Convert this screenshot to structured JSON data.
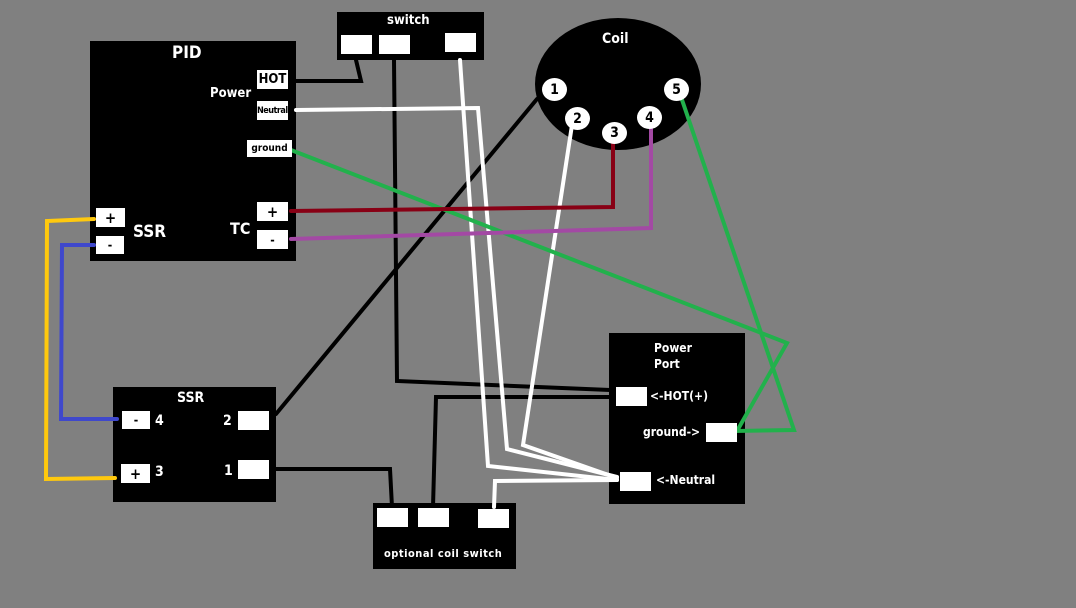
{
  "pid": {
    "title": "PID",
    "power_label": "Power",
    "hot_label": "HOT",
    "neutral_label": "Neutral",
    "ground_label": "ground",
    "ssr_label": "SSR",
    "ssr_plus": "+",
    "ssr_minus": "-",
    "tc_label": "TC",
    "tc_plus": "+",
    "tc_minus": "-"
  },
  "switch": {
    "title": "switch"
  },
  "coil": {
    "title": "Coil",
    "pins": [
      "1",
      "2",
      "3",
      "4",
      "5"
    ]
  },
  "ssr": {
    "title": "SSR",
    "minus": "-",
    "plus": "+",
    "pin4": "4",
    "pin3": "3",
    "pin2": "2",
    "pin1": "1"
  },
  "power_port": {
    "title_line1": "Power",
    "title_line2": "Port",
    "hot_label": "<-HOT(+)",
    "ground_label": "ground->",
    "neutral_label": "<-Neutral"
  },
  "coil_switch": {
    "title": "optional coil switch"
  },
  "wire_colors": {
    "black": "#000000",
    "white": "#ffffff",
    "green": "#22b14c",
    "red": "#880015",
    "purple": "#a349a4",
    "yellow": "#ffc90e",
    "blue": "#3f48cc"
  }
}
